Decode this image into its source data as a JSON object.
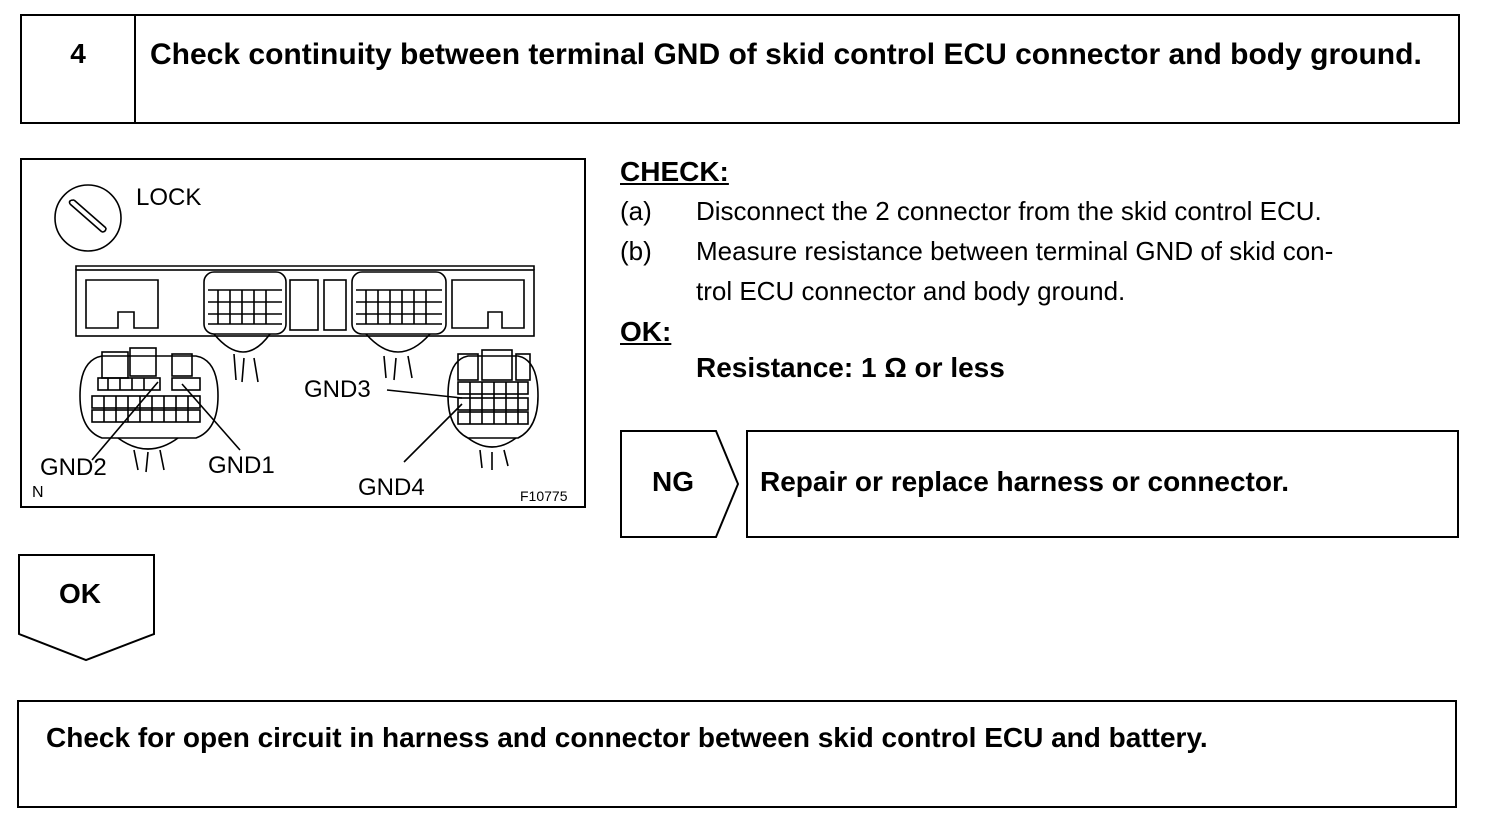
{
  "step": {
    "number": "4",
    "title": "Check continuity between terminal GND of skid control ECU connector and body ground."
  },
  "illustration": {
    "lock_label": "LOCK",
    "labels": {
      "gnd1": "GND1",
      "gnd2": "GND2",
      "gnd3": "GND3",
      "gnd4": "GND4"
    },
    "figure_id": "F10775",
    "corner_mark": "N"
  },
  "check": {
    "heading": "CHECK:",
    "steps": [
      {
        "letter": "(a)",
        "text": "Disconnect the 2 connector from the skid control ECU."
      },
      {
        "letter": "(b)",
        "text": "Measure resistance between terminal GND of skid con-",
        "cont": "trol ECU connector and body ground."
      }
    ],
    "ok_heading": "OK:",
    "spec": "Resistance: 1 Ω or less"
  },
  "ng": {
    "tag": "NG",
    "action": "Repair or replace harness or connector."
  },
  "ok": {
    "tag": "OK",
    "next_action": "Check for open circuit in harness and connector between skid control ECU and battery."
  }
}
